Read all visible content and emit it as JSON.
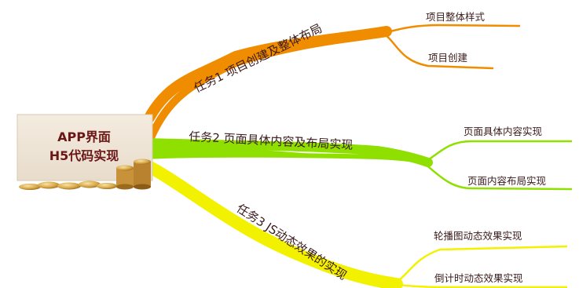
{
  "root": {
    "line1": "APP界面",
    "line2": "H5代码实现"
  },
  "branches": [
    {
      "label": "任务1 项目创建及整体布局",
      "color": "#f08c00",
      "leaves": [
        "项目整体样式",
        "项目创建"
      ]
    },
    {
      "label": "任务2 页面具体内容及布局实现",
      "color": "#8fe000",
      "leaves": [
        "页面具体内容实现",
        "页面内容布局实现"
      ]
    },
    {
      "label": "任务3 JS动态效果的实现",
      "color": "#f2f200",
      "leaves": [
        "轮播图动态效果实现",
        "倒计时动态效果实现"
      ]
    }
  ]
}
